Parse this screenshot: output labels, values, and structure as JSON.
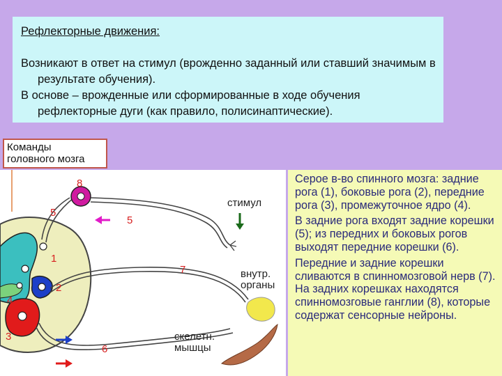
{
  "header": {
    "title": "Рефлекторные движения:",
    "line1": "Возникают в ответ на стимул (врожденно заданный или ставший значимым в результате обучения).",
    "line2": "В основе – врожденные или сформированные в ходе обучения рефлекторные дуги (как правило, полисинаптические)."
  },
  "commands": {
    "line1": "Команды",
    "line2": "головного мозга"
  },
  "diagram": {
    "num8": "8",
    "num5a": "5",
    "num5b": "5",
    "num1": "1",
    "num7": "7",
    "num2": "2",
    "num4": "4",
    "num3": "3",
    "num6": "6",
    "stimul": "стимул",
    "organs1": "внутр.",
    "organs2": "органы",
    "muscle1": "скелетн.",
    "muscle2": "мышцы"
  },
  "info": {
    "p1": "Серое в-во спинного мозга: задние рога (1), боковые рога (2), передние рога (3), промежуточное ядро (4).",
    "p2": "В задние рога входят задние корешки (5); из передних и боковых рогов выходят передние корешки (6).",
    "p3": "Передние и задние корешки сливаются в спинномозговой нерв (7). На задних корешках находятся спинномозговые ганглии (8), которые содержат сенсорные нейроны."
  },
  "colors": {
    "background": "#c6a8ea",
    "header_box": "#ccf6f9",
    "info_box": "#f5fab6",
    "info_text": "#2a2a7a",
    "cord": "#eeeebd",
    "posterior_horn": "#3bbfbf",
    "lateral_horn": "#1c3fc8",
    "anterior_horn": "#e11b1b",
    "ganglion": "#d01aa0",
    "label_red": "#d72020",
    "viscera": "#f2e84c",
    "muscle": "#b56a46"
  },
  "icons": [
    "neuron-icon",
    "ganglion-icon",
    "arrow-left-icon",
    "arrow-down-icon",
    "arrow-right-icon"
  ]
}
